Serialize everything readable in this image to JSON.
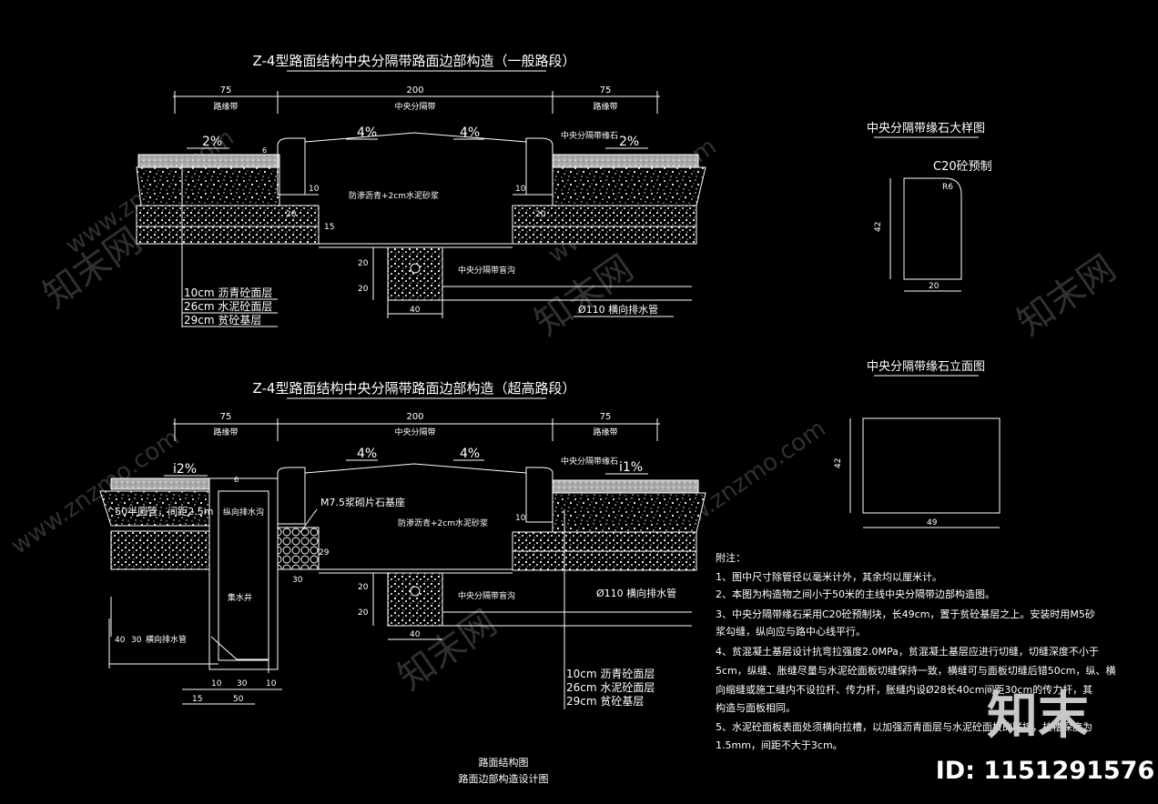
{
  "section1": {
    "title": "Z-4型路面结构中央分隔带路面边部构造（一般路段）",
    "dim_left": "75",
    "dim_center": "200",
    "dim_right": "75",
    "lbl_left": "路缘带",
    "lbl_center": "中央分隔带",
    "lbl_right": "路缘带",
    "slope_left": "2%",
    "slope_mid_l": "4%",
    "slope_mid_r": "4%",
    "slope_right": "2%",
    "curb_label": "中央分隔带缘石",
    "seal_label": "防渗沥青+2cm水泥砂浆",
    "pipe_label": "中央分隔带盲沟",
    "drain_label": "Ø110 横向排水管",
    "layers": [
      "10cm 沥青砼面层",
      "26cm 水泥砼面层",
      "29cm 贫砼基层"
    ],
    "d6": "6",
    "d10a": "10",
    "d10b": "10",
    "d20a": "20",
    "d20b": "20",
    "d15": "15",
    "d20c": "20",
    "d20d": "20",
    "d40": "40"
  },
  "section2": {
    "title": "Z-4型路面结构中央分隔带路面边部构造（超高路段）",
    "dim_left": "75",
    "dim_center": "200",
    "dim_right": "75",
    "lbl_left": "路缘带",
    "lbl_center": "中央分隔带",
    "lbl_right": "路缘带",
    "slope_left": "i2%",
    "slope_mid_l": "4%",
    "slope_mid_r": "4%",
    "slope_right": "i1%",
    "curb_label": "中央分隔带缘石",
    "seal_label": "防渗沥青+2cm水泥砂浆",
    "pipe_label": "中央分隔带盲沟",
    "drain_label": "Ø110 横向排水管",
    "mortar_label": "M7.5浆砌片石基座",
    "gutter_label": "^50半圆管，间距2.5m",
    "longitudinal_label": "纵向排水沟",
    "well_label": "集水井",
    "cross_pipe_label": "横向排水管",
    "layers": [
      "10cm 沥青砼面层",
      "26cm 水泥砼面层",
      "29cm 贫砼基层"
    ],
    "d6": "6",
    "d29": "29",
    "d30": "30",
    "d20a": "20",
    "d20b": "20",
    "d10": "10",
    "d40": "40",
    "d40v": "40",
    "d30v": "30",
    "bottom_dims": [
      "10",
      "30",
      "10"
    ],
    "d15": "15",
    "d50": "50"
  },
  "detail_a": {
    "title": "中央分隔带缘石大样图",
    "concrete_label": "C20砼预制",
    "radius": "R6",
    "height": "42",
    "width": "20"
  },
  "detail_b": {
    "title": "中央分隔带缘石立面图",
    "height": "42",
    "width": "49"
  },
  "notes": {
    "heading": "附注：",
    "items": [
      "1、图中尺寸除管径以毫米计外，其余均以厘米计。",
      "2、本图为构造物之间小于50米的主线中央分隔带边部构造图。",
      "3、中央分隔带缘石采用C20砼预制块，长49cm，置于贫砼基层之上。安装时用M5砂",
      "浆勾缝，纵向应与路中心线平行。",
      "4、贫混凝土基层设计抗弯拉强度2.0MPa，贫混凝土基层应进行切缝，切缝深度不小于",
      "5cm，纵缝、胀缝尽量与水泥砼面板切缝保持一致，横缝可与面板切缝后错50cm，纵、横",
      "向缩缝或施工缝内不设拉杆、传力杆，胀缝内设Ø28长40cm间距30cm的传力杆，其",
      "构造与面板相同。",
      "5、水泥砼面板表面处须横向拉槽，以加强沥青面层与水泥砼面板的联接，拉槽深度为",
      "1.5mm，间距不大于3cm。"
    ]
  },
  "footer": {
    "line1": "路面结构图",
    "line2": "路面边部构造设计图"
  },
  "watermark": {
    "logo": "知末",
    "id": "ID: 1151291576",
    "site": "www.znzmo.com",
    "site_cn": "知末网"
  }
}
